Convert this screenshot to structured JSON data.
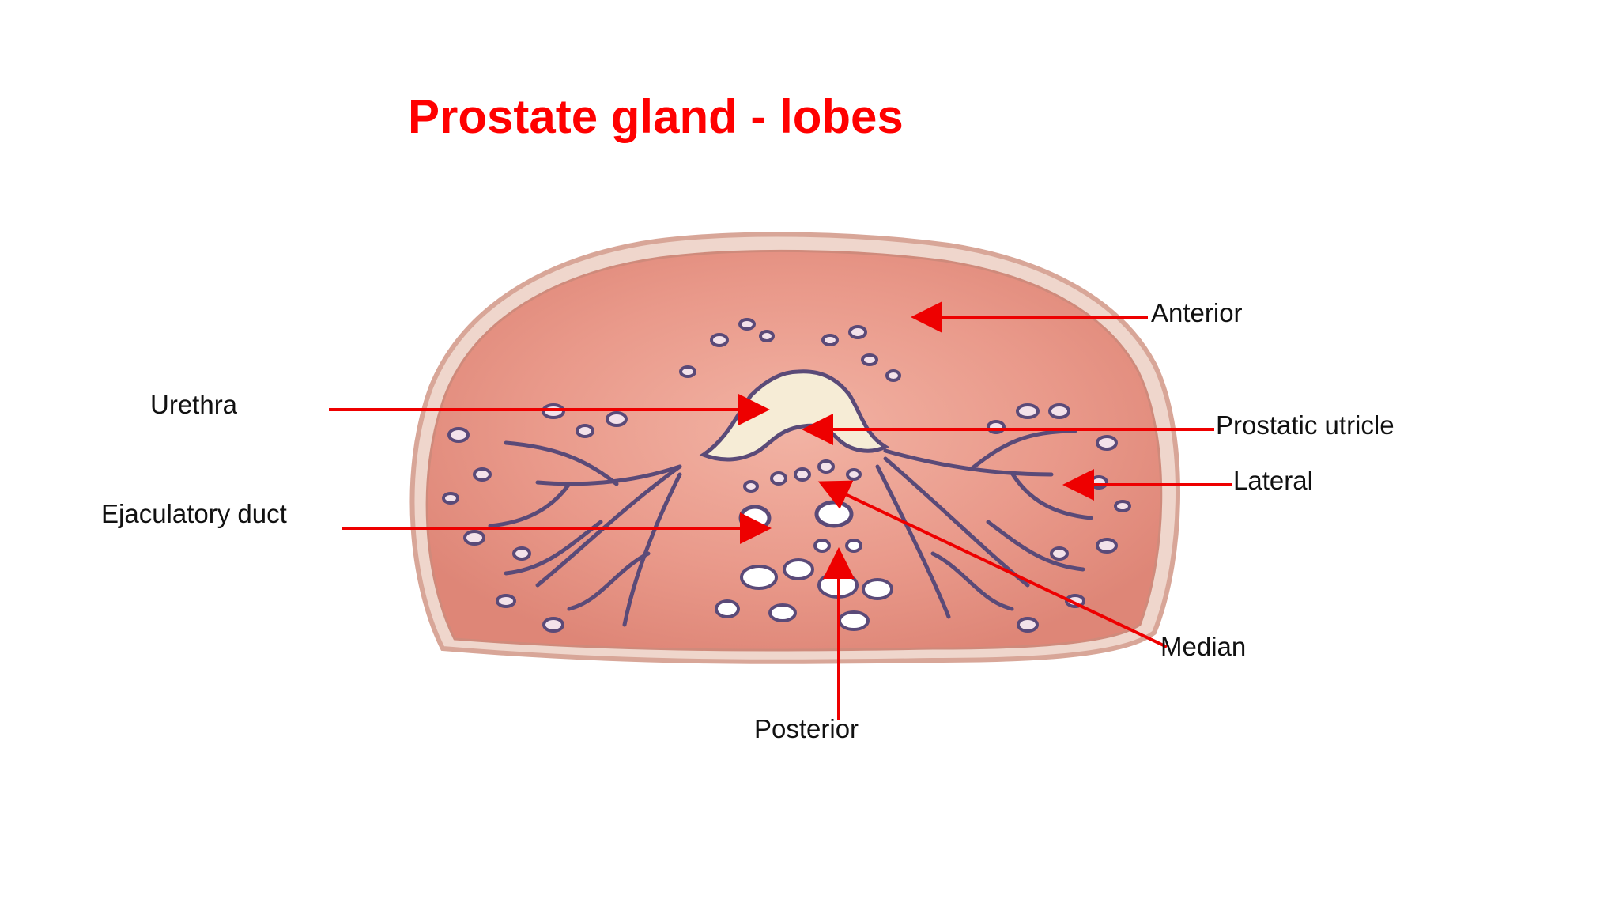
{
  "slide": {
    "title": "Prostate gland - lobes",
    "title_color": "#ff0000",
    "arrow_color": "#ee0000",
    "tissue_color": "#e9998a",
    "gland_outline_color": "#5a4a78",
    "lumen_color": "#f6ecd6"
  },
  "labels": {
    "urethra": "Urethra",
    "ejaculatory_duct": "Ejaculatory duct",
    "anterior": "Anterior",
    "prostatic_utricle": "Prostatic utricle",
    "lateral": "Lateral",
    "median": "Median",
    "posterior": "Posterior"
  }
}
